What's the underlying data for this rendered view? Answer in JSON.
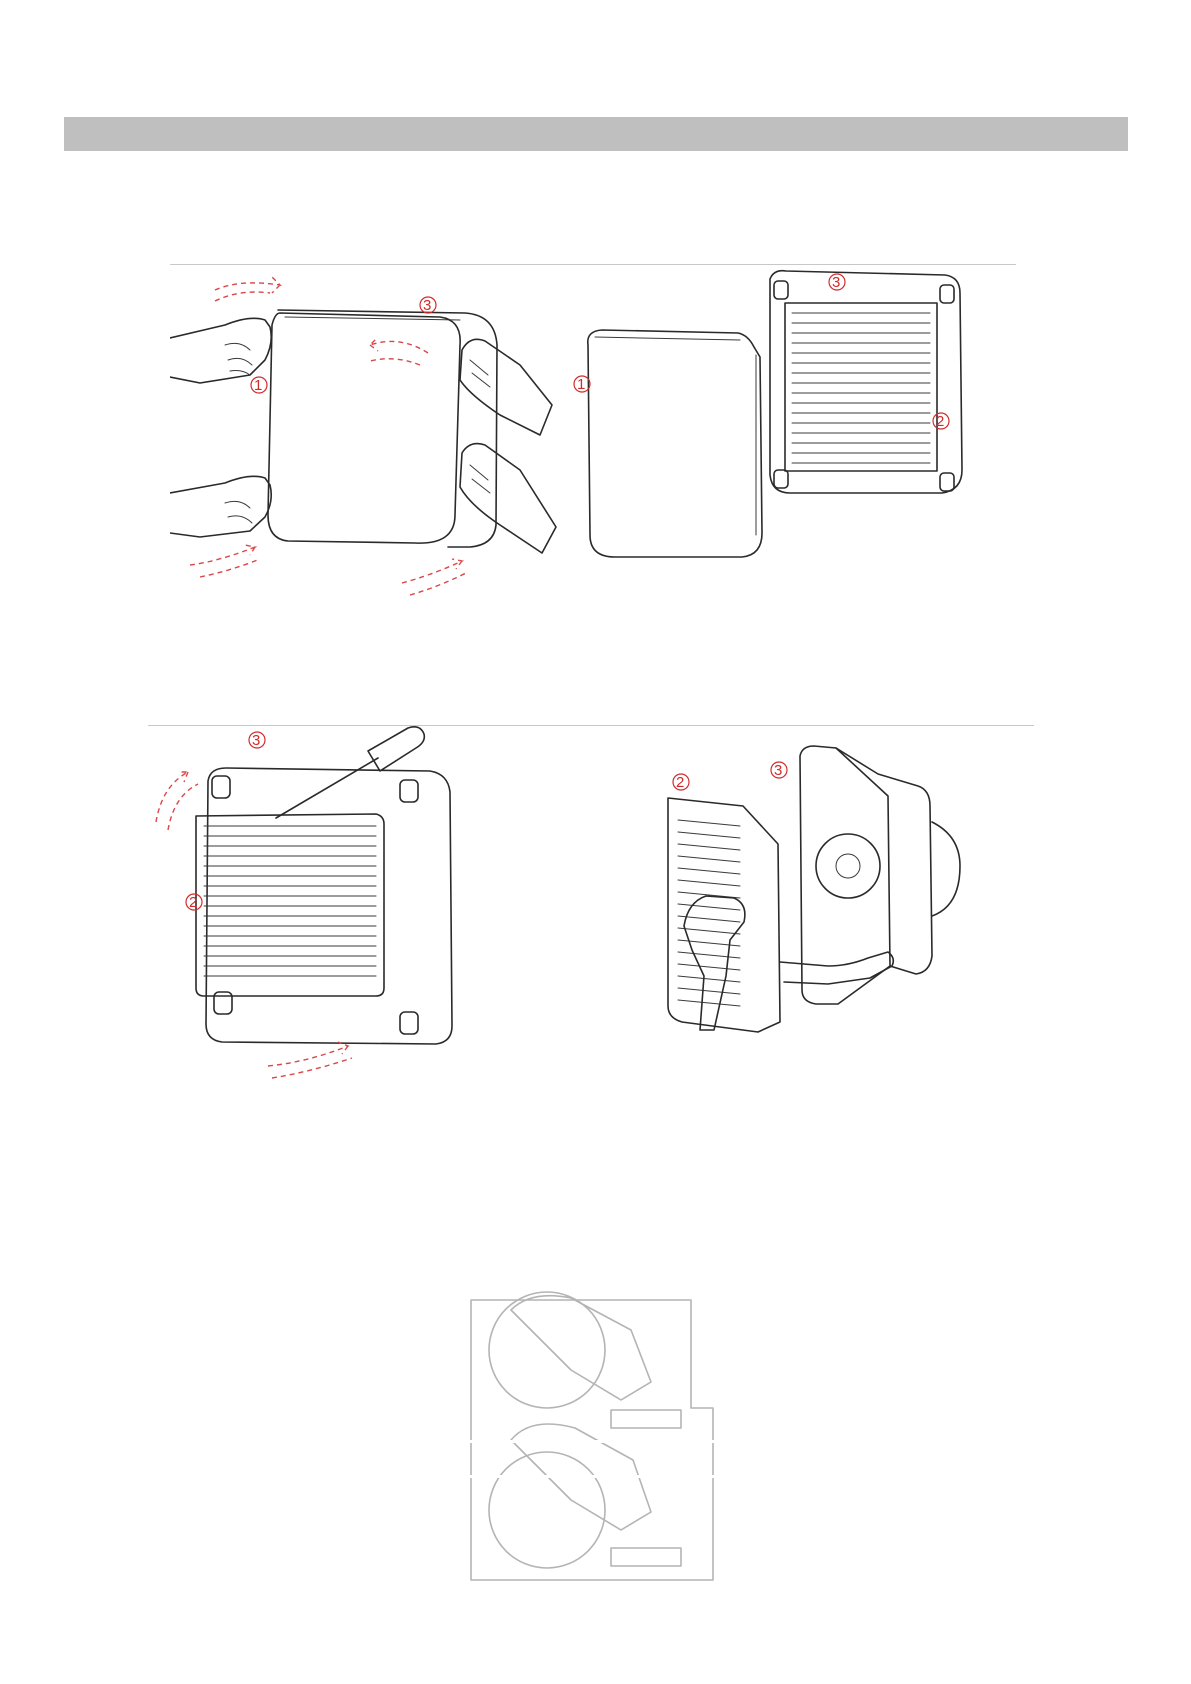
{
  "page": {
    "header_bar_color": "#bfbfbf"
  },
  "callout_color": "#d12b2b",
  "figures": [
    {
      "id": "figure-remove-front-cover",
      "callouts": {
        "a": "1",
        "b": "3",
        "c": "1",
        "d": "3",
        "e": "2"
      }
    },
    {
      "id": "figure-remove-grille",
      "callouts": {
        "a": "3",
        "b": "2",
        "c": "3",
        "d": "2"
      }
    },
    {
      "id": "figure-clean-impellers",
      "callouts": {}
    }
  ]
}
